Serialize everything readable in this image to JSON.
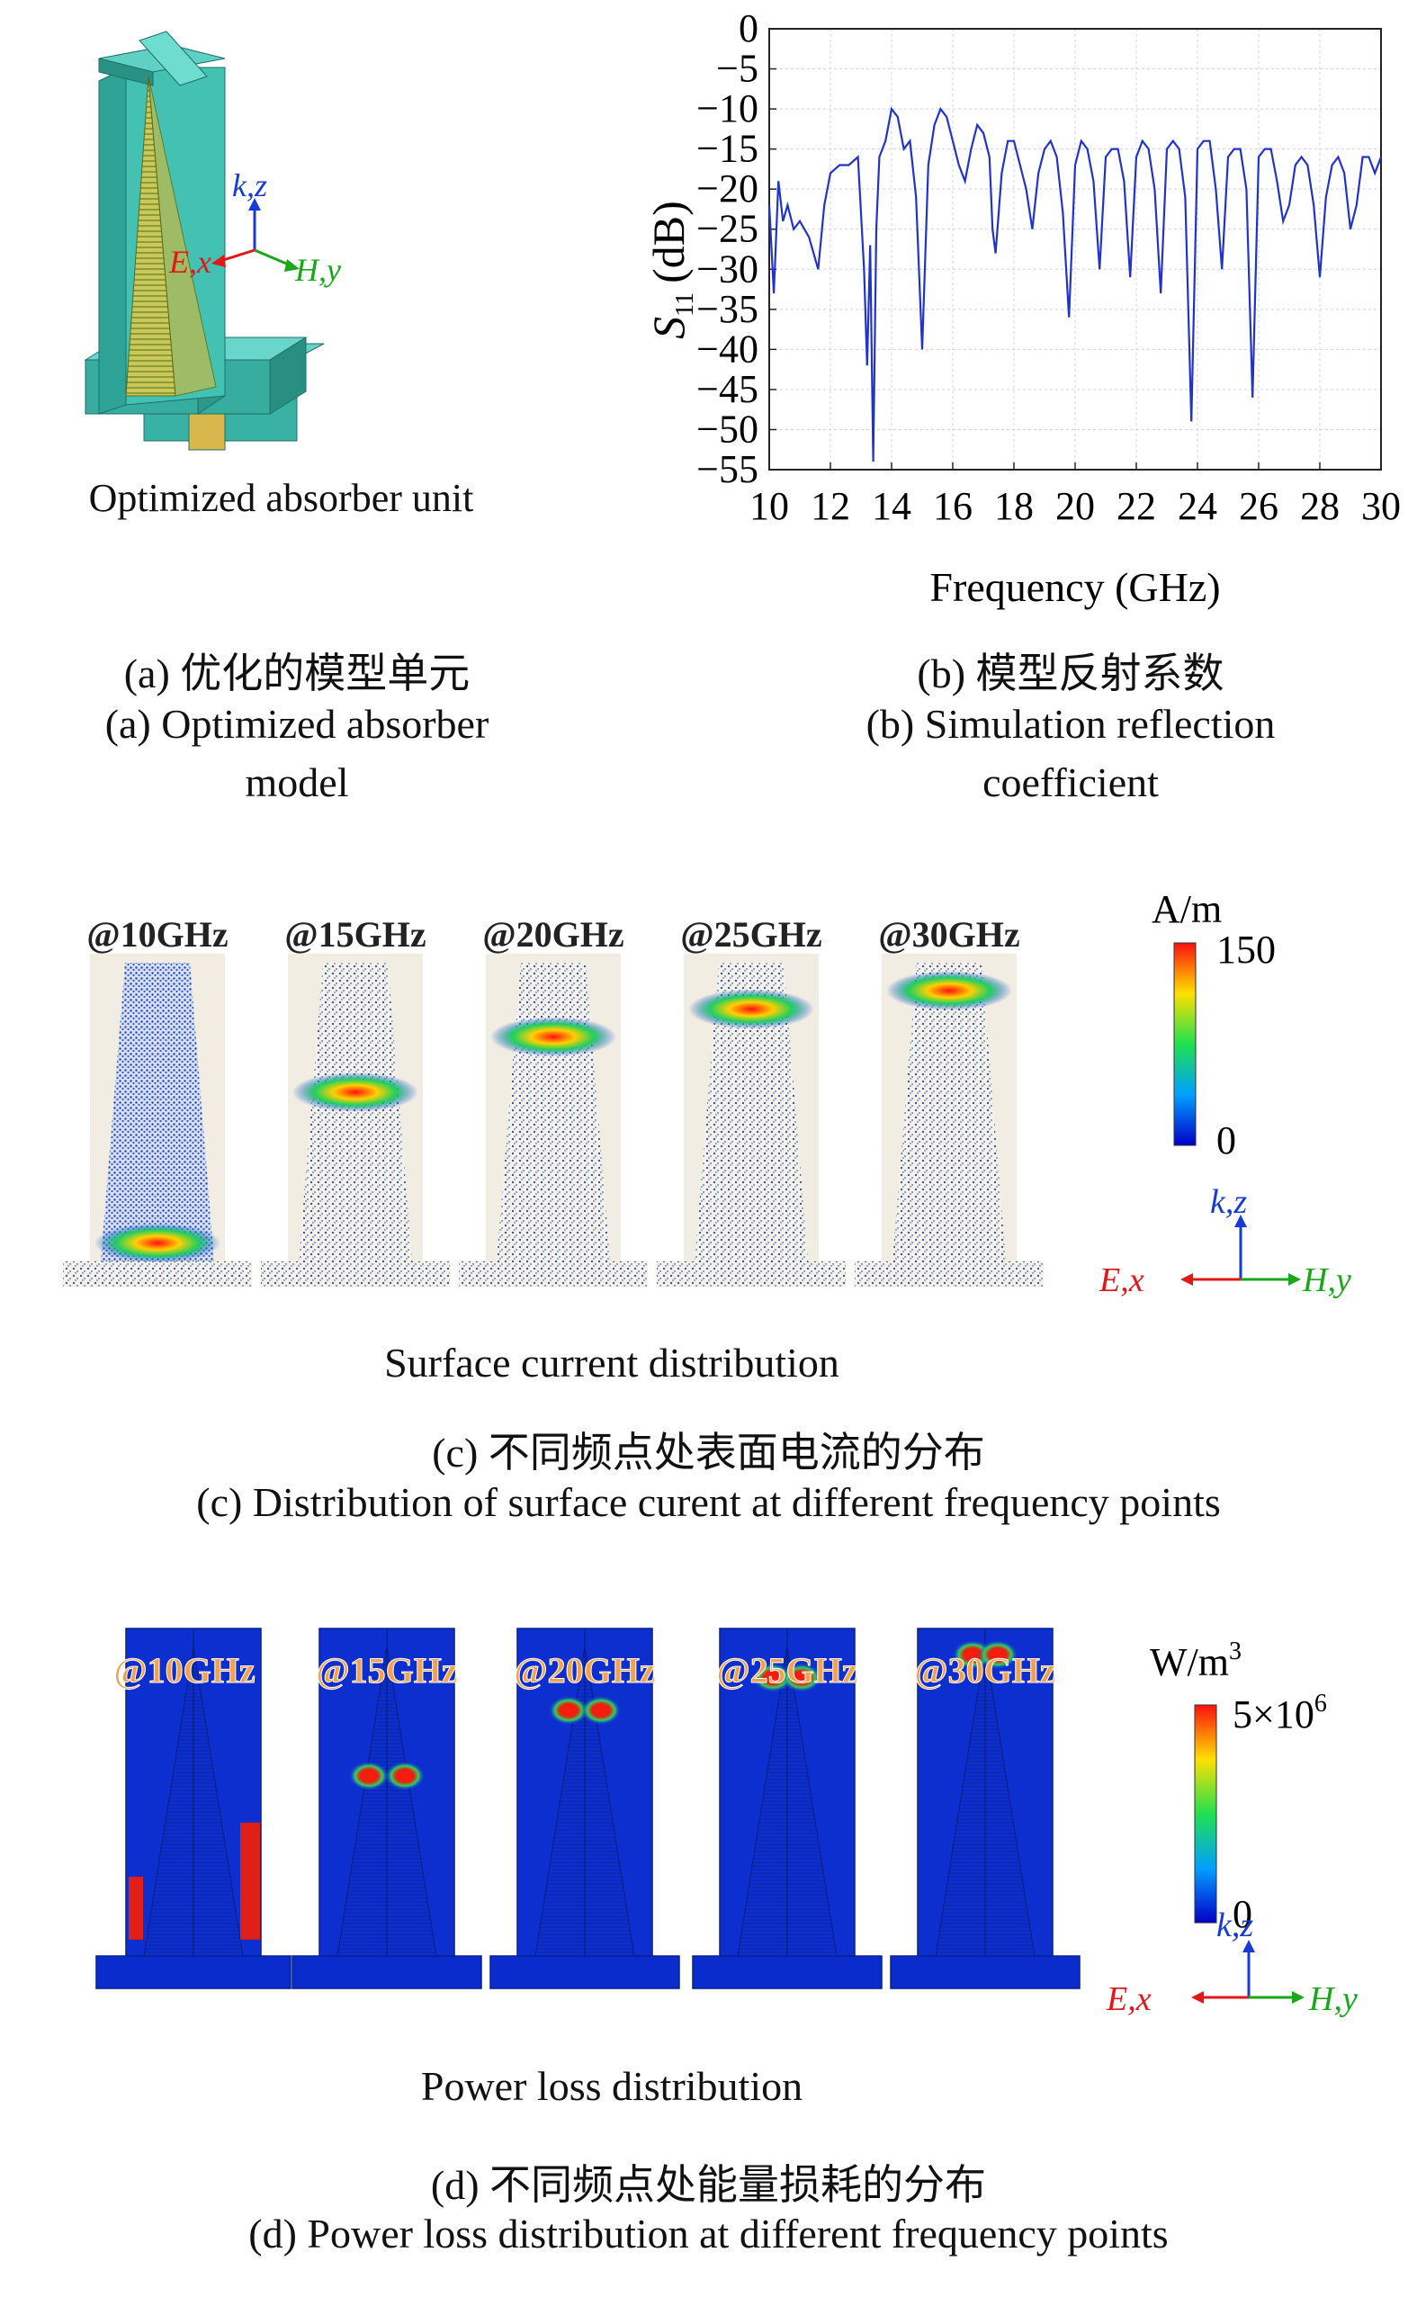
{
  "panel_a": {
    "axes": {
      "k": "k,z",
      "e": "E,x",
      "h": "H,y"
    },
    "inner_caption": "Optimized absorber unit",
    "caption_cn": "(a) 优化的模型单元",
    "caption_en_1": "(a) Optimized absorber",
    "caption_en_2": "model"
  },
  "panel_b": {
    "caption_cn": "(b) 模型反射系数",
    "caption_en_1": "(b) Simulation reflection",
    "caption_en_2": "coefficient"
  },
  "panel_c": {
    "freq_labels": [
      "@10GHz",
      "@15GHz",
      "@20GHz",
      "@25GHz",
      "@30GHz"
    ],
    "colorbar_unit": "A/m",
    "colorbar_max": "150",
    "colorbar_min": "0",
    "axes": {
      "k": "k,z",
      "e": "E,x",
      "h": "H,y"
    },
    "inner_caption": "Surface current distribution",
    "caption_cn": "(c) 不同频点处表面电流的分布",
    "caption_en": "(c) Distribution of surface curent at different frequency points",
    "hotspot_heights": [
      0.06,
      0.55,
      0.73,
      0.82,
      0.88
    ]
  },
  "panel_d": {
    "freq_labels": [
      "@10GHz",
      "@15GHz",
      "@20GHz",
      "@25GHz",
      "@30GHz"
    ],
    "colorbar_unit_base": "W/m",
    "colorbar_unit_exp": "3",
    "colorbar_max_base": "5×10",
    "colorbar_max_exp": "6",
    "colorbar_min": "0",
    "axes": {
      "k": "k,z",
      "e": "E,x",
      "h": "H,y"
    },
    "inner_caption": "Power loss distribution",
    "caption_cn": "(d) 不同频点处能量损耗的分布",
    "caption_en": "(d) Power loss distribution at different frequency points",
    "hotspot_heights": [
      0.05,
      0.55,
      0.75,
      0.85,
      0.92
    ]
  },
  "chart_data": {
    "type": "line",
    "title": "",
    "xlabel": "Frequency (GHz)",
    "ylabel_main": "S",
    "ylabel_sub": "11",
    "ylabel_unit": "(dB)",
    "xlim": [
      10,
      30
    ],
    "ylim": [
      -55,
      0
    ],
    "xticks": [
      10,
      12,
      14,
      16,
      18,
      20,
      22,
      24,
      26,
      28,
      30
    ],
    "yticks": [
      0,
      -5,
      -10,
      -15,
      -20,
      -25,
      -30,
      -35,
      -40,
      -45,
      -50,
      -55
    ],
    "grid": true,
    "line_color": "#2233cc",
    "series": [
      {
        "x": [
          10.0,
          10.15,
          10.3,
          10.45,
          10.6,
          10.8,
          11.0,
          11.3,
          11.6,
          11.8,
          11.9,
          12.0,
          12.3,
          12.6,
          12.9,
          13.1,
          13.2,
          13.3,
          13.4,
          13.5,
          13.6,
          13.8,
          14.0,
          14.2,
          14.4,
          14.6,
          14.8,
          15.0,
          15.2,
          15.4,
          15.6,
          15.8,
          16.0,
          16.2,
          16.4,
          16.6,
          16.8,
          17.0,
          17.2,
          17.3,
          17.4,
          17.6,
          17.8,
          18.0,
          18.2,
          18.4,
          18.6,
          18.8,
          19.0,
          19.2,
          19.4,
          19.6,
          19.8,
          20.0,
          20.2,
          20.4,
          20.6,
          20.8,
          21.0,
          21.2,
          21.4,
          21.6,
          21.8,
          22.0,
          22.2,
          22.4,
          22.6,
          22.8,
          23.0,
          23.2,
          23.4,
          23.6,
          23.8,
          24.0,
          24.2,
          24.4,
          24.6,
          24.8,
          25.0,
          25.2,
          25.4,
          25.6,
          25.8,
          26.0,
          26.2,
          26.4,
          26.6,
          26.8,
          27.0,
          27.2,
          27.4,
          27.6,
          27.8,
          28.0,
          28.2,
          28.4,
          28.6,
          28.8,
          29.0,
          29.2,
          29.4,
          29.6,
          29.8,
          30.0
        ],
        "y": [
          -22,
          -33,
          -19,
          -24,
          -22,
          -25,
          -24,
          -26,
          -30,
          -22,
          -20,
          -18,
          -17,
          -17,
          -16,
          -30,
          -42,
          -27,
          -54,
          -25,
          -16,
          -14,
          -10,
          -11,
          -15,
          -14,
          -21,
          -40,
          -17,
          -12,
          -10,
          -11,
          -14,
          -17,
          -19,
          -15,
          -12,
          -13,
          -16,
          -25,
          -28,
          -18,
          -14,
          -14,
          -17,
          -20,
          -25,
          -18,
          -15,
          -14,
          -16,
          -23,
          -36,
          -17,
          -14,
          -15,
          -19,
          -30,
          -16,
          -15,
          -15,
          -19,
          -31,
          -16,
          -14,
          -15,
          -20,
          -33,
          -15,
          -14,
          -15,
          -21,
          -49,
          -15,
          -14,
          -14,
          -20,
          -30,
          -16,
          -15,
          -15,
          -20,
          -46,
          -16,
          -15,
          -15,
          -19,
          -24,
          -22,
          -17,
          -16,
          -17,
          -22,
          -31,
          -21,
          -17,
          -16,
          -18,
          -25,
          -22,
          -16,
          -16,
          -18,
          -16
        ]
      }
    ]
  }
}
